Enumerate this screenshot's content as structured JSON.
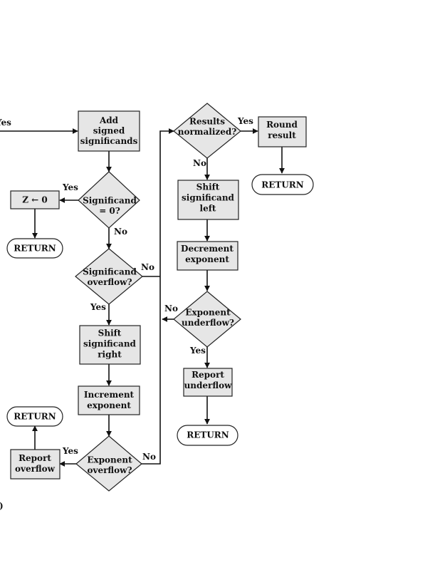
{
  "nodes": {
    "add_signed": [
      "Add",
      "signed",
      "significands"
    ],
    "significand_zero": [
      "Significand",
      "= 0?"
    ],
    "z_zero": [
      "Z ← 0"
    ],
    "return_zero": [
      "RETURN"
    ],
    "significand_overflow": [
      "Significand",
      "overflow?"
    ],
    "shift_right": [
      "Shift",
      "significand",
      "right"
    ],
    "increment_exponent": [
      "Increment",
      "exponent"
    ],
    "exponent_overflow": [
      "Exponent",
      "overflow?"
    ],
    "report_overflow": [
      "Report",
      "overflow"
    ],
    "return_overflow": [
      "RETURN"
    ],
    "results_normalized": [
      "Results",
      "normalized?"
    ],
    "round_result": [
      "Round",
      "result"
    ],
    "return_round": [
      "RETURN"
    ],
    "shift_left": [
      "Shift",
      "significand",
      "left"
    ],
    "decrement_exponent": [
      "Decrement",
      "exponent"
    ],
    "exponent_underflow": [
      "Exponent",
      "underflow?"
    ],
    "report_underflow": [
      "Report",
      "underflow"
    ],
    "return_underflow": [
      "RETURN"
    ]
  },
  "edge_labels": {
    "incoming_yes": "Yes",
    "zero_yes": "Yes",
    "zero_no": "No",
    "sig_overflow_no": "No",
    "sig_overflow_yes": "Yes",
    "exp_overflow_yes": "Yes",
    "exp_overflow_no": "No",
    "normalized_yes": "Yes",
    "normalized_no": "No",
    "underflow_no": "No",
    "underflow_yes": "Yes"
  },
  "edge_fragment": ")"
}
